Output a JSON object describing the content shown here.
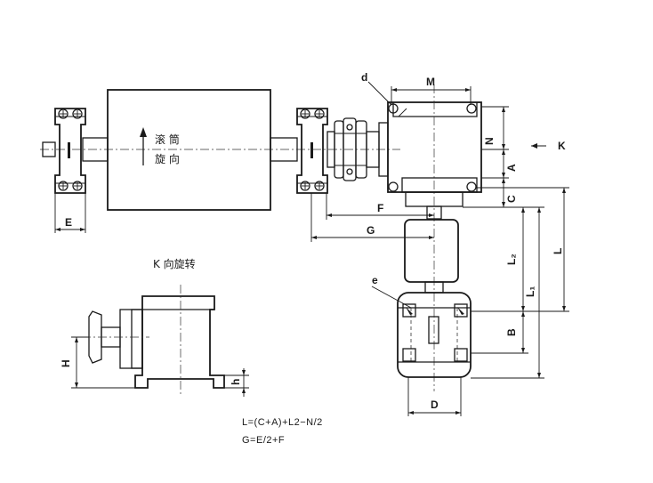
{
  "drum_rotation_label": [
    "滚 筒",
    "旋 向"
  ],
  "view_k_title": "K 向旋转",
  "view_k_marker": "K",
  "dimension_labels": {
    "M": "M",
    "N": "N",
    "A": "A",
    "C": "C",
    "F": "F",
    "G": "G",
    "E": "E",
    "L": "L",
    "L2": "L₂",
    "L1": "L₁",
    "B": "B",
    "D": "D",
    "H": "H",
    "h": "h",
    "d": "d",
    "e": "e"
  },
  "formulas": {
    "length": "L=(C+A)+L2−N/2",
    "gap": "G=E/2+F"
  }
}
